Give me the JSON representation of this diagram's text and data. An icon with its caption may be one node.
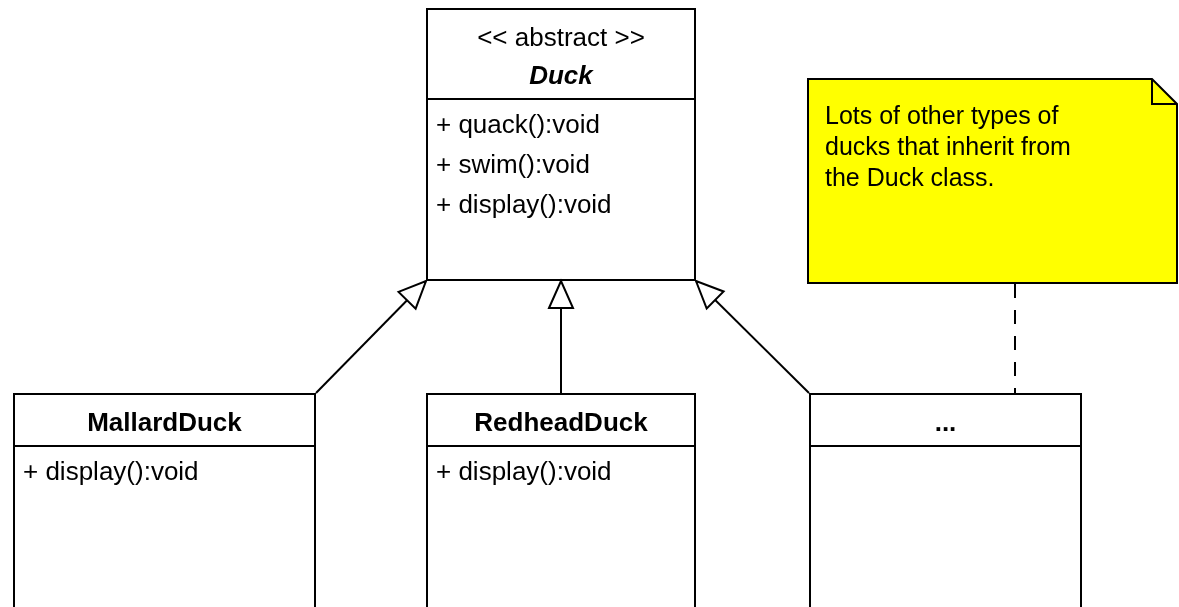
{
  "diagram": {
    "nodes": [
      {
        "text": [
          "<< abstract >>",
          "Duck",
          "+ quack():void",
          "+ swim():void",
          "+ display():void"
        ]
      },
      {
        "text": [
          "MallardDuck",
          "+ display():void"
        ]
      },
      {
        "text": [
          "RedheadDuck",
          "+ display():void"
        ]
      },
      {
        "text": [
          "..."
        ]
      },
      {
        "text": [
          "Lots of other types of ducks that inherit from the Duck class."
        ]
      }
    ],
    "edges": [
      {
        "from": 1,
        "to": 0,
        "arrow": "to"
      },
      {
        "from": 2,
        "to": 0,
        "arrow": "to"
      },
      {
        "from": 3,
        "to": 0,
        "arrow": "to"
      },
      {
        "from": 4,
        "to": 3,
        "arrow": "none",
        "style": "dashed"
      }
    ]
  }
}
